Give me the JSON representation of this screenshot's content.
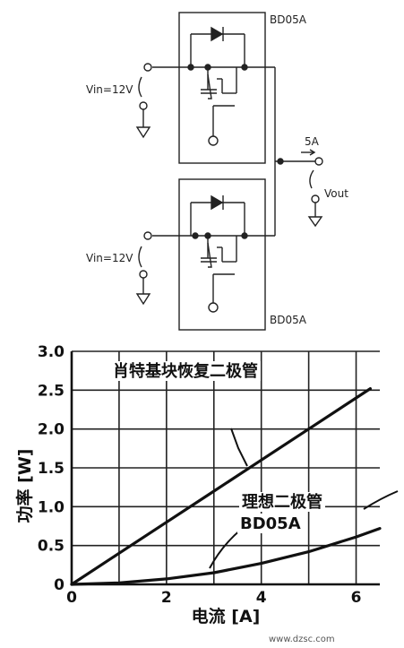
{
  "circuit": {
    "top_module_label": "BD05A",
    "bottom_module_label": "BD05A",
    "top_input_label": "Vin=12V",
    "bottom_input_label": "Vin=12V",
    "output_current_label": "5A",
    "output_voltage_label": "Vout"
  },
  "watermark": "www.dzsc.com",
  "chart_data": {
    "type": "line",
    "xlabel": "电流 [A]",
    "ylabel": "功率 [W]",
    "xlim": [
      0,
      6.5
    ],
    "ylim": [
      0,
      3.0
    ],
    "xticks": [
      "0",
      "2",
      "4",
      "6"
    ],
    "yticks": [
      "0",
      "0.5",
      "1.0",
      "1.5",
      "2.0",
      "2.5",
      "3.0"
    ],
    "grid": true,
    "series": [
      {
        "name": "肖特基块恢复二极管",
        "x": [
          0,
          1,
          2,
          3,
          4,
          5,
          6.3
        ],
        "y": [
          0,
          0.4,
          0.8,
          1.2,
          1.6,
          2.0,
          2.52
        ]
      },
      {
        "name": "理想二极管",
        "x": [
          0,
          1,
          2,
          3,
          4,
          5,
          6,
          6.5
        ],
        "y": [
          0,
          0.02,
          0.07,
          0.15,
          0.27,
          0.42,
          0.61,
          0.72
        ]
      }
    ],
    "annotations": [
      "肖特基块恢复二极管",
      "理想二极管",
      "BD05A"
    ]
  }
}
